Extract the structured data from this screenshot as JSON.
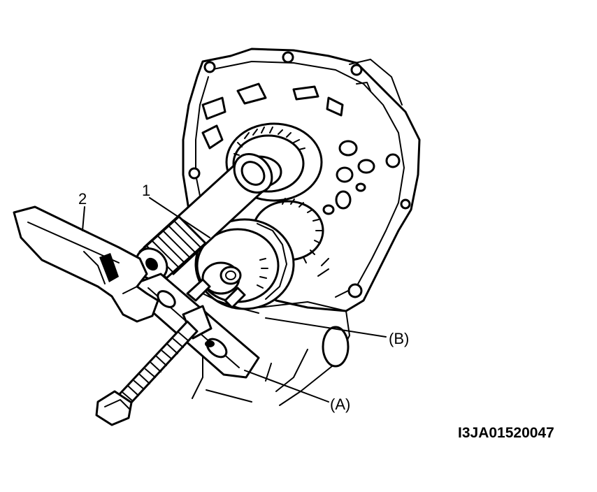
{
  "labels": {
    "callout_1": "1",
    "callout_2": "2",
    "callout_a": "(A)",
    "callout_b": "(B)",
    "figure_code": "I3JA01520047"
  }
}
